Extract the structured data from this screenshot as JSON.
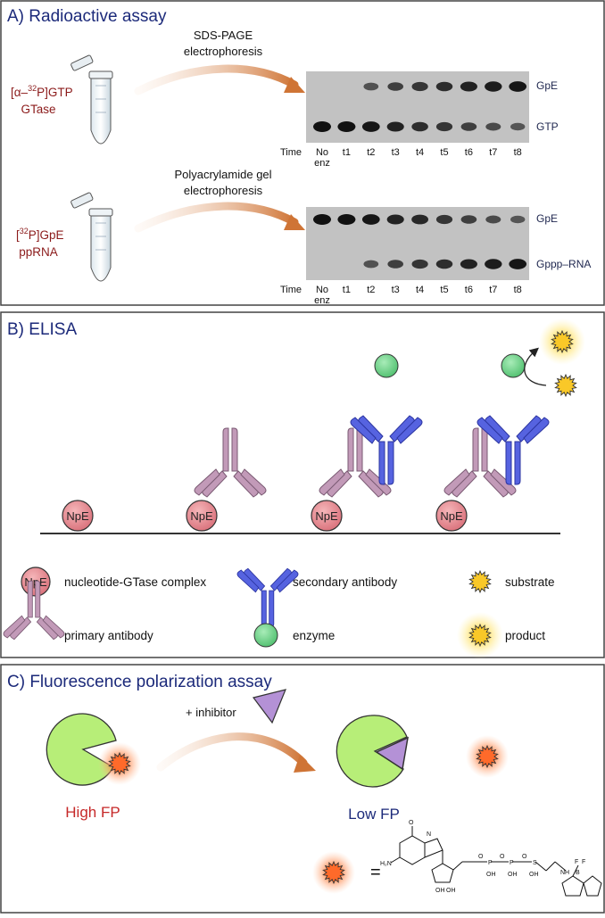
{
  "panelA": {
    "title": "A) Radioactive assay",
    "assay1": {
      "reagent_line1_parts": [
        "[α–",
        "32",
        "P]GTP"
      ],
      "reagent_line2": "GTase",
      "method_line1": "SDS-PAGE",
      "method_line2": "electrophoresis",
      "band_top": "GpE",
      "band_bottom": "GTP",
      "top_band_intensity": [
        0,
        0,
        0.45,
        0.6,
        0.7,
        0.75,
        0.85,
        0.9,
        0.95
      ],
      "bottom_band_intensity": [
        1,
        1,
        0.95,
        0.85,
        0.75,
        0.7,
        0.6,
        0.5,
        0.4
      ]
    },
    "assay2": {
      "reagent_line1_parts": [
        "[",
        "32",
        "P]GpE"
      ],
      "reagent_line2": "ppRNA",
      "method_line1": "Polyacrylamide gel",
      "method_line2": "electrophoresis",
      "band_top": "GpE",
      "band_bottom": "Gppp–RNA",
      "top_band_intensity": [
        1,
        1,
        0.95,
        0.85,
        0.8,
        0.7,
        0.6,
        0.5,
        0.4
      ],
      "bottom_band_intensity": [
        0,
        0,
        0.45,
        0.6,
        0.7,
        0.75,
        0.85,
        0.9,
        0.95
      ]
    },
    "time_label": "Time",
    "lanes": [
      {
        "l1": "No",
        "l2": "enz"
      },
      {
        "l1": "t1",
        "l2": ""
      },
      {
        "l1": "t2",
        "l2": ""
      },
      {
        "l1": "t3",
        "l2": ""
      },
      {
        "l1": "t4",
        "l2": ""
      },
      {
        "l1": "t5",
        "l2": ""
      },
      {
        "l1": "t6",
        "l2": ""
      },
      {
        "l1": "t7",
        "l2": ""
      },
      {
        "l1": "t8",
        "l2": ""
      }
    ]
  },
  "panelB": {
    "title": "B) ELISA",
    "npe_label": "NpE",
    "legend": {
      "complex": "nucleotide-GTase complex",
      "secondary": "secondary antibody",
      "substrate": "substrate",
      "primary": "primary antibody",
      "enzyme": "enzyme",
      "product": "product"
    }
  },
  "panelC": {
    "title": "C) Fluorescence polarization assay",
    "inhibitor": "+ inhibitor",
    "high": "High FP",
    "low": "Low FP",
    "equals": "="
  },
  "colors": {
    "title": "#1c2a7a",
    "reagent": "#8b1a1a",
    "high_fp": "#c62828",
    "low_fp": "#1c2a7a",
    "npe_fill": "#e4868d",
    "primary_ab": "#c29ab8",
    "secondary_ab": "#5663e0",
    "enzyme": "#6cd38a",
    "substrate": "#f9c828",
    "protein": "#b7ee78",
    "inhibitor": "#b491d6",
    "arrow": "#d07a3a"
  }
}
